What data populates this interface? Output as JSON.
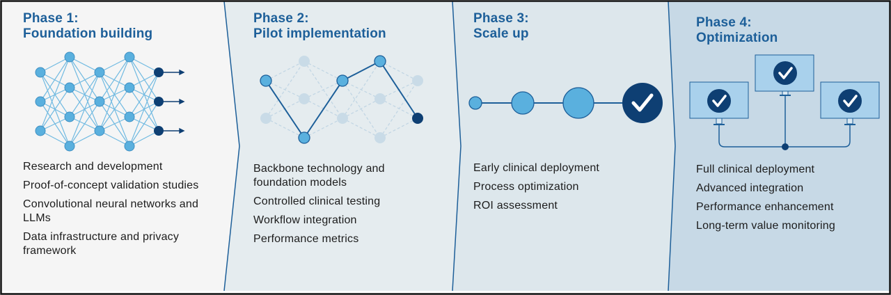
{
  "phases": [
    {
      "title": [
        "Phase 1:",
        "Foundation building"
      ],
      "items": [
        "Research and development",
        "Proof-of-concept validation studies",
        "Convolutional neural networks and LLMs",
        "Data infrastructure and privacy framework"
      ]
    },
    {
      "title": [
        "Phase 2:",
        "Pilot implementation"
      ],
      "items": [
        "Backbone technology and foundation models",
        "Controlled clinical testing",
        "Workflow integration",
        "Performance metrics"
      ]
    },
    {
      "title": [
        "Phase 3:",
        "Scale up"
      ],
      "items": [
        "Early clinical deployment",
        "Process optimization",
        "ROI assessment"
      ]
    },
    {
      "title": [
        "Phase 4:",
        "Optimization"
      ],
      "items": [
        "Full clinical deployment",
        "Advanced integration",
        "Performance enhancement",
        "Long-term value monitoring"
      ]
    }
  ],
  "colors": {
    "title": "#1d5f99",
    "node_light": "#5ab0de",
    "node_dark": "#0e3f73",
    "faded": "#c9dbe7",
    "panel1": "#f5f5f5",
    "panel2": "#e5ecef",
    "panel3": "#dde7ec",
    "panel4": "#c7d9e6"
  }
}
